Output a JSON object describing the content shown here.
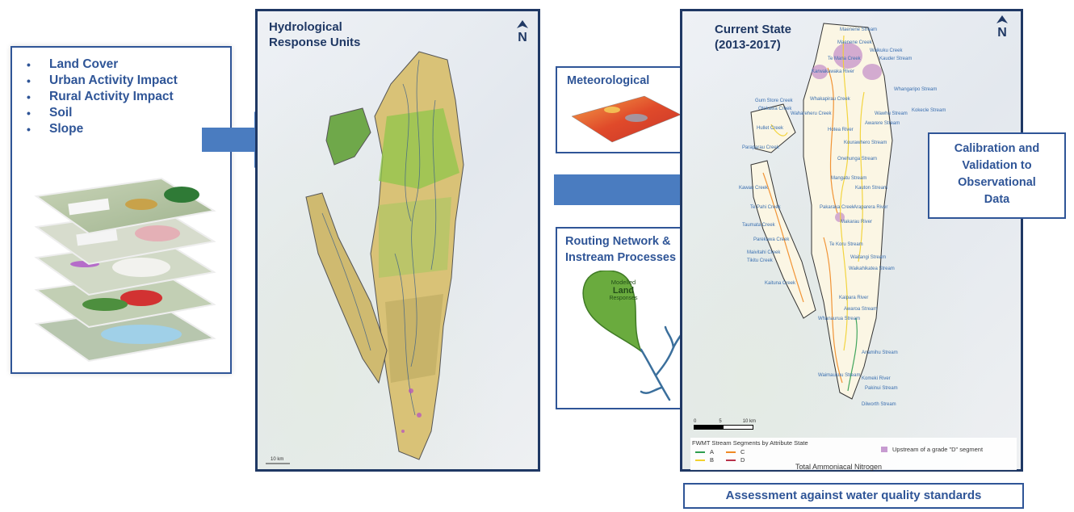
{
  "inputs": {
    "items": [
      "Land Cover",
      "Urban Activity Impact",
      "Rural Activity Impact",
      "Soil",
      "Slope"
    ]
  },
  "hru_panel": {
    "title_line1": "Hydrological",
    "title_line2": "Response Units",
    "north": "N",
    "scale": "10 km"
  },
  "meteorological": {
    "title": "Meteorological"
  },
  "routing": {
    "title_line1": "Routing Network &",
    "title_line2": "Instream Processes",
    "bubble_line1": "Modelled",
    "bubble_line2": "Land",
    "bubble_line3": "Responses"
  },
  "current_state": {
    "title_line1": "Current State",
    "title_line2": "(2013-2017)",
    "north": "N",
    "scale_ticks": [
      "0",
      "5",
      "10 km"
    ],
    "legend_title": "FWMT Stream Segments by Attribute State",
    "legend_items": [
      {
        "label": "A",
        "color": "#2e9e4f"
      },
      {
        "label": "B",
        "color": "#f2d12e"
      },
      {
        "label": "C",
        "color": "#f08a24"
      },
      {
        "label": "D",
        "color": "#b8334b"
      }
    ],
    "legend_upstream": "Upstream of a grade \"D\" segment",
    "legend_footer": "Total Ammoniacal Nitrogen",
    "stream_labels": [
      "Maenene Stream",
      "Maenene Creek",
      "Waikuku Creek",
      "Te Mana Creek",
      "Kauder Stream",
      "Karwakawaka River",
      "Gum Store Creek",
      "Whakapirau Creek",
      "Whangaripo Stream",
      "Otokawa Creek",
      "Wahareheru Creek",
      "Kokecle Stream",
      "Hullet Creek",
      "Wawhu Stream",
      "Awarere Stream",
      "Paraparau Creek",
      "Hotea River",
      "Kourawhero Stream",
      "Onehunga Stream",
      "Kawau Creek",
      "Mangatu Stream",
      "Kauton Stream",
      "Te Pahi Creek",
      "Pakaraka Creek",
      "Araparera River",
      "Taumata Creek",
      "Makarau River",
      "Parekawa Creek",
      "Te Koru Stream",
      "Maivitahi Creek",
      "Waitangi Stream",
      "Tikitu Creek",
      "Waikahikatea Stream",
      "Kaituna Creek",
      "Kaipara River",
      "Awaroa Stream",
      "Whanaurua Stream",
      "Anamihu Stream",
      "Waimaukuu Stream",
      "Komeki River",
      "Pakinui Stream",
      "Dilworth Stream"
    ]
  },
  "calibration": {
    "line1": "Calibration and",
    "line2": "Validation to",
    "line3": "Observational",
    "line4": "Data"
  },
  "assessment": {
    "label": "Assessment against water quality standards"
  }
}
